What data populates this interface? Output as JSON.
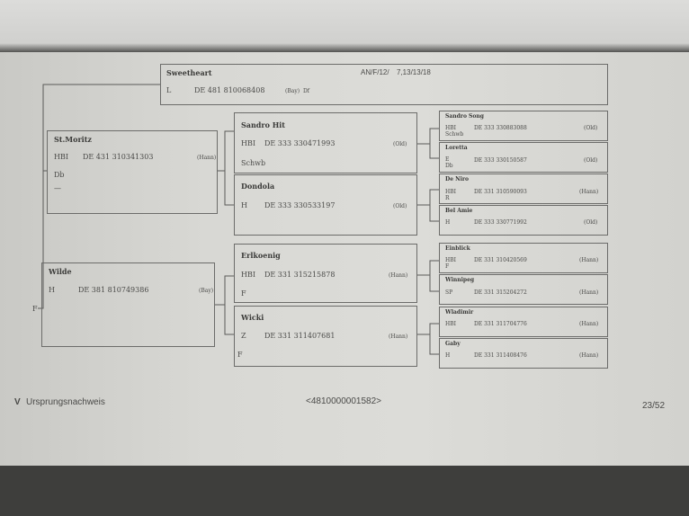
{
  "subject": {
    "name": "Sweetheart",
    "breed": "L",
    "reg": "DE 481 810068408",
    "studbook": "(Bay)",
    "extra": "Df",
    "code": "AN/F/12/",
    "date": "7,13/13/18"
  },
  "sire": {
    "name": "St.Moritz",
    "breed": "HBI",
    "reg": "DE 431 310341303",
    "studbook": "(Hann)",
    "line3": "Db",
    "line4": "—"
  },
  "dam": {
    "name": "Wilde",
    "breed": "H",
    "reg": "DE 381 810749386",
    "studbook": "(Bay)",
    "line3": "F"
  },
  "grand": [
    {
      "name": "Sandro Hit",
      "breed": "HBI",
      "reg": "DE 333 330471993",
      "studbook": "(Old)",
      "line3": "Schwb"
    },
    {
      "name": "Dondola",
      "breed": "H",
      "reg": "DE 333 330533197",
      "studbook": "(Old)"
    },
    {
      "name": "Erlkoenig",
      "breed": "HBI",
      "reg": "DE 331 315215878",
      "studbook": "(Hann)",
      "line3": "F"
    },
    {
      "name": "Wicki",
      "breed": "Z",
      "reg": "DE 331 311407681",
      "studbook": "(Hann)",
      "line3": "F"
    }
  ],
  "great": [
    {
      "name": "Sandro Song",
      "breed": "HBI",
      "reg": "DE 333 330883088",
      "studbook": "(Old)",
      "line3": "Schwb"
    },
    {
      "name": "Loretta",
      "breed": "E",
      "reg": "DE 333 330150587",
      "studbook": "(Old)",
      "line3": "Db"
    },
    {
      "name": "De Niro",
      "breed": "HBI",
      "reg": "DE 331 310590093",
      "studbook": "(Hann)",
      "line3": "R"
    },
    {
      "name": "Bel Amie",
      "breed": "H",
      "reg": "DE 333 330771992",
      "studbook": "(Old)"
    },
    {
      "name": "Einblick",
      "breed": "HBI",
      "reg": "DE 331 310420569",
      "studbook": "(Hann)",
      "line3": "F"
    },
    {
      "name": "Winnipeg",
      "breed": "SP",
      "reg": "DE 331 315204272",
      "studbook": "(Hann)"
    },
    {
      "name": "Wladimir",
      "breed": "HBI",
      "reg": "DE 331 311704776",
      "studbook": "(Hann)"
    },
    {
      "name": "Gaby",
      "breed": "H",
      "reg": "DE 331 311408476",
      "studbook": "(Hann)"
    }
  ],
  "footer": {
    "mark": "V",
    "title": "Ursprungsnachweis",
    "number": "<4810000001582>",
    "page": "23/52"
  }
}
